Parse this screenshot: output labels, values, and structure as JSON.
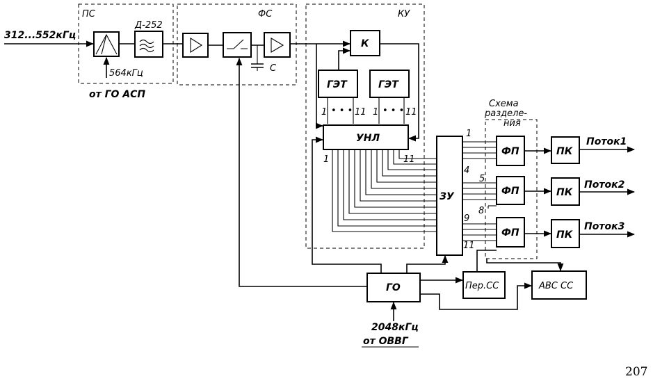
{
  "groups": {
    "ps": "ПС",
    "fs": "ФС",
    "ku": "КУ",
    "split": [
      "Схема",
      "разделе-",
      "ния"
    ]
  },
  "blocks": {
    "d252": "Д-252",
    "get": "ГЭТ",
    "k": "К",
    "unl": "УНЛ",
    "zu": "ЗУ",
    "fp": "ФП",
    "pk": "ПК",
    "go": "ГО",
    "per_ss": "Пер.СС",
    "avs_ss": "АВС СС",
    "c": "С"
  },
  "labels": {
    "input_freq": "312...552кГц",
    "freq_564": "564кГц",
    "from_go_asp": "от ГО АСП",
    "freq_2048": "2048кГц",
    "from_ovvg": "от ОВВГ",
    "one": "1",
    "eleven": "11",
    "dots": "• • •",
    "n4": "4",
    "n5": "5",
    "n8": "8",
    "n9": "9"
  },
  "outputs": [
    "Поток1",
    "Поток2",
    "Поток3"
  ],
  "page_number": "207"
}
